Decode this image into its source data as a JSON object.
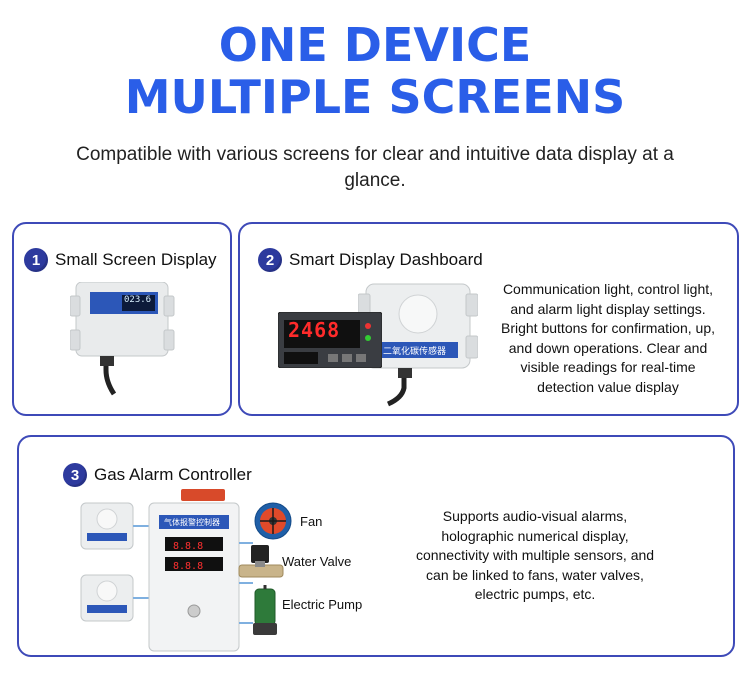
{
  "header": {
    "line1": "ONE DEVICE",
    "line2": "MULTIPLE SCREENS",
    "subtitle": "Compatible with various screens for clear and intuitive data display at a glance."
  },
  "panels": [
    {
      "number": "1",
      "title": "Small Screen Display",
      "screen_reading": "023.6"
    },
    {
      "number": "2",
      "title": "Smart Display Dashboard",
      "description": "Communication light, control light, and alarm light display settings. Bright buttons for confirmation, up, and down operations. Clear and visible readings for real-time detection value display",
      "meter_reading": "2468",
      "device_label": "二氧化碳传感器"
    },
    {
      "number": "3",
      "title": "Gas Alarm Controller",
      "description": "Supports audio-visual alarms, holographic numerical display, connectivity with multiple sensors, and can be linked to fans, water valves, electric pumps, etc.",
      "controller_label": "气体报警控制器",
      "peripherals": [
        "Fan",
        "Water Valve",
        "Electric Pump"
      ]
    }
  ],
  "colors": {
    "accent": "#2a5ee8",
    "border": "#3e4ab8",
    "badge": "#2d3a9e"
  }
}
